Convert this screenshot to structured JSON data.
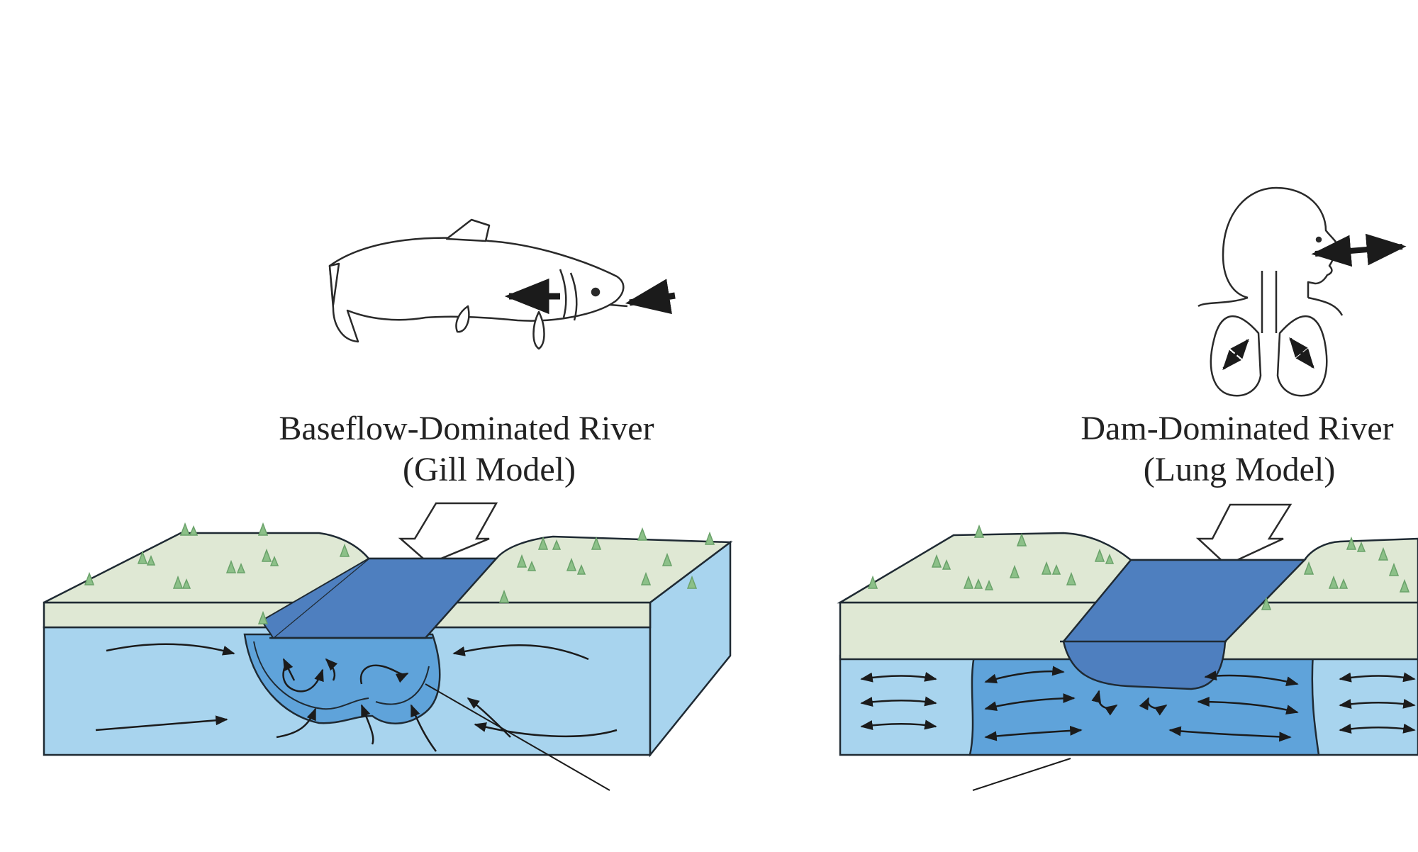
{
  "panels": [
    {
      "title": "Baseflow-Dominated River",
      "subtitle": "(Gill Model)",
      "organism_icon": "fish-icon"
    },
    {
      "title": "Dam-Dominated River",
      "subtitle": "(Lung Model)",
      "organism_icon": "human-lungs-icon"
    }
  ],
  "colors": {
    "ground_surface": "#dfe8d4",
    "groundwater": "#a8d4ee",
    "hyporheic_zone": "#5fa3da",
    "river_channel": "#4e7fbf",
    "grass": "#8cc088",
    "outline": "#1f2a33",
    "arrow": "#1b1b1b"
  }
}
